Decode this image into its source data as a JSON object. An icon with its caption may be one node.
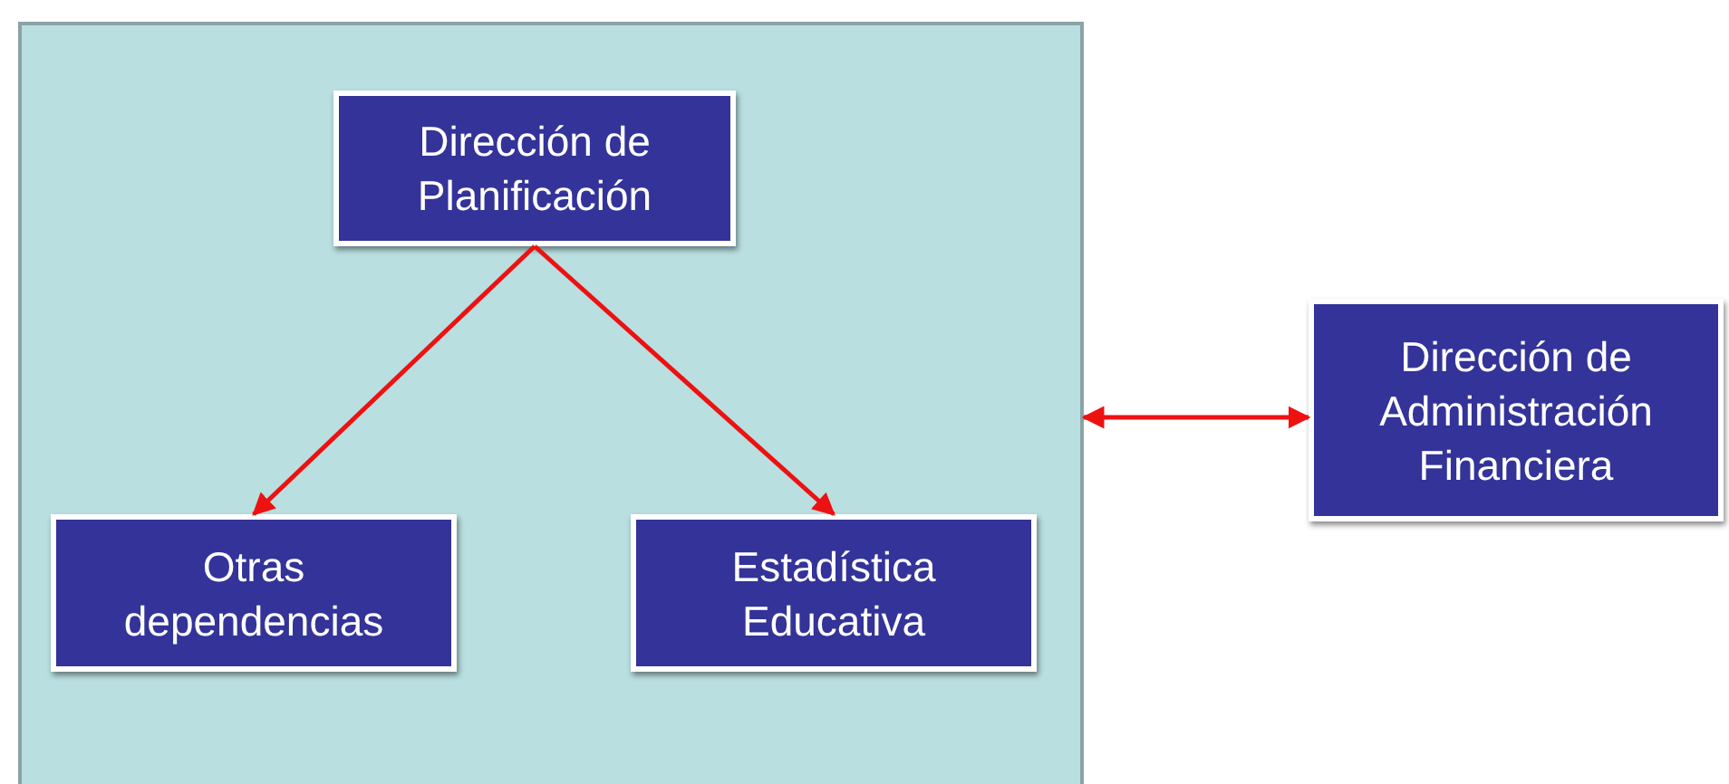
{
  "diagram": {
    "nodes": [
      {
        "text": [],
        "shape": "box"
      },
      {
        "text": [
          "Dirección de Planificación"
        ],
        "in": 0
      },
      {
        "text": [
          "Otras dependencias"
        ],
        "in": 0
      },
      {
        "text": [
          "Estadística Educativa"
        ],
        "in": 0
      },
      {
        "text": [
          "Dirección de Administración Financiera"
        ]
      }
    ],
    "edges": [
      {
        "from": 1,
        "to": 2,
        "arrow": "to"
      },
      {
        "from": 1,
        "to": 3,
        "arrow": "to"
      },
      {
        "from": 0,
        "to": 4,
        "arrow": "both"
      }
    ]
  }
}
